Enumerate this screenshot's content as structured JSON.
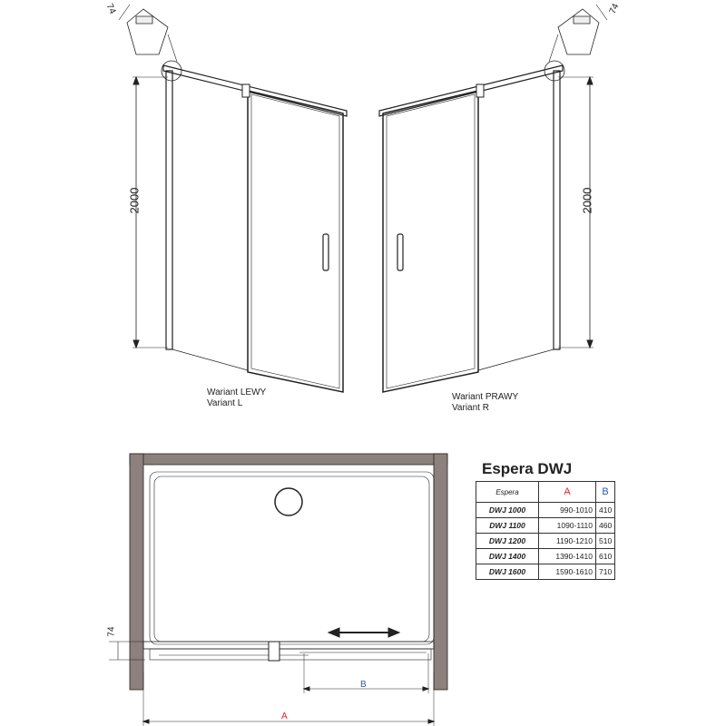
{
  "dimensions": {
    "height": "2000",
    "depth": "74"
  },
  "left_view": {
    "line1": "Wariant LEWY",
    "line2": "Variant L"
  },
  "right_view": {
    "line1": "Wariant PRAWY",
    "line2": "Variant R"
  },
  "plan": {
    "label_a": "A",
    "label_b": "B",
    "color_a": "#e0242b",
    "color_b": "#2a5bb5",
    "wall_color": "#8c817d"
  },
  "table": {
    "title": "Espera DWJ",
    "headers": [
      "Espera",
      "A",
      "B"
    ],
    "rows": [
      [
        "DWJ 1000",
        "990-1010",
        "410"
      ],
      [
        "DWJ 1100",
        "1090-1110",
        "460"
      ],
      [
        "DWJ 1200",
        "1190-1210",
        "510"
      ],
      [
        "DWJ 1400",
        "1390-1410",
        "610"
      ],
      [
        "DWJ 1600",
        "1590-1610",
        "710"
      ]
    ]
  }
}
